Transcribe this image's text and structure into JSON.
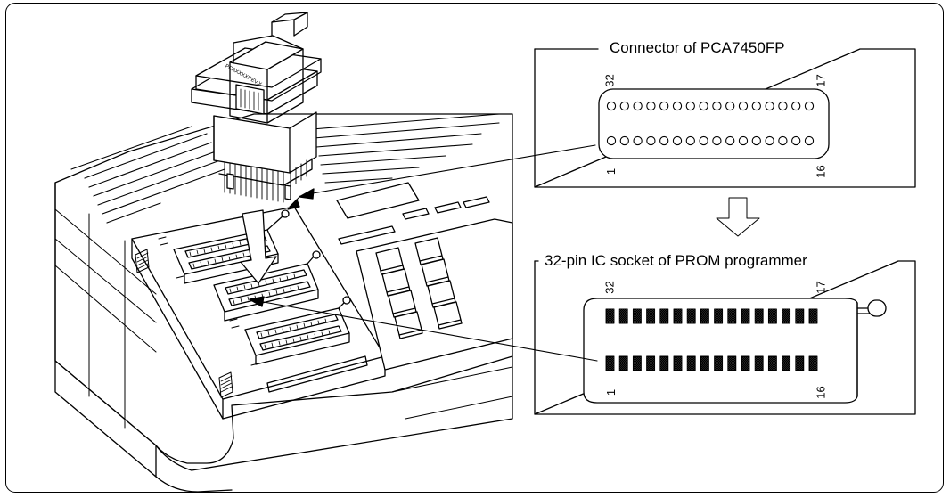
{
  "connector_panel": {
    "title": "Connector of PCA7450FP",
    "pin_top_left": "32",
    "pin_top_right": "17",
    "pin_bottom_left": "1",
    "pin_bottom_right": "16",
    "holes_per_row": 16
  },
  "socket_panel": {
    "title": "32-pin IC socket of PROM programmer",
    "pin_top_left": "32",
    "pin_top_right": "17",
    "pin_bottom_left": "1",
    "pin_bottom_right": "16",
    "contacts_per_row": 16
  },
  "adapter": {
    "board_label": "PCAXXXXREV.X"
  }
}
